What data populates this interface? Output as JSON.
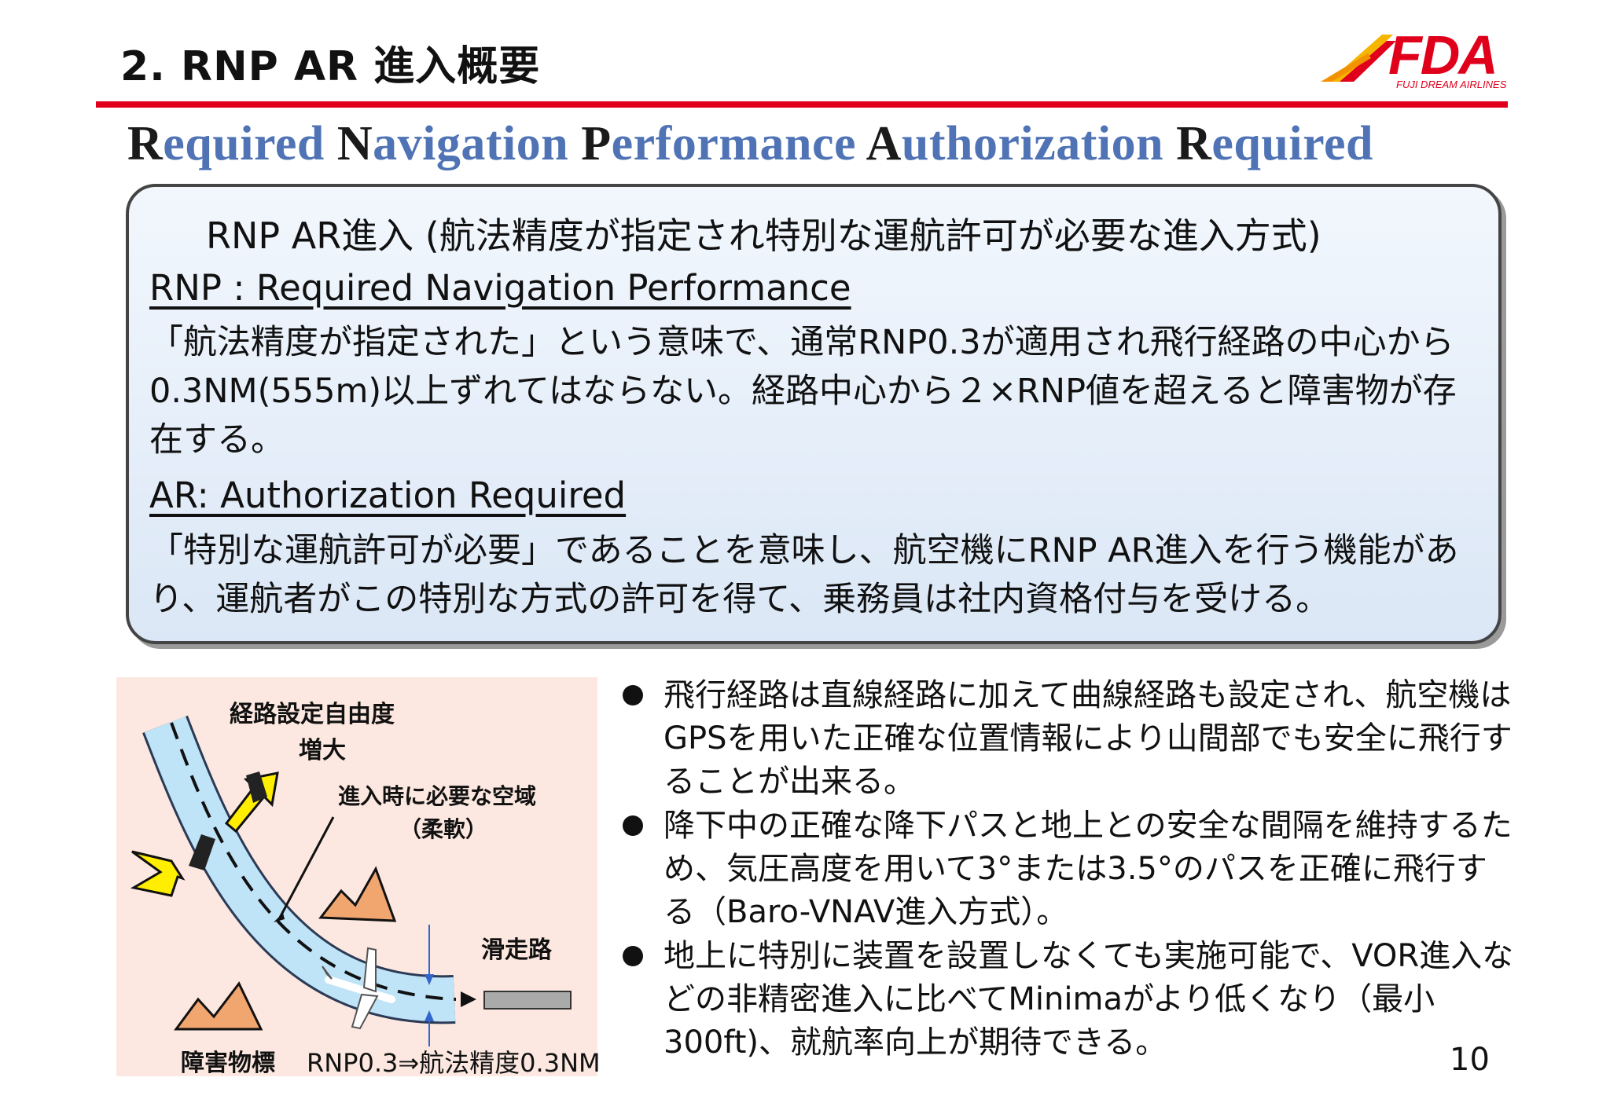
{
  "header": {
    "title": "2. RNP AR 進入概要",
    "logo_text": "FDA",
    "logo_sub": "FUJI DREAM AIRLINES"
  },
  "subtitle": {
    "words": [
      {
        "initial": "R",
        "rest": "equired"
      },
      {
        "initial": "N",
        "rest": "avigation"
      },
      {
        "initial": "P",
        "rest": "erformance"
      },
      {
        "initial": "A",
        "rest": "uthorization"
      },
      {
        "initial": "R",
        "rest": "equired"
      }
    ]
  },
  "definition": {
    "heading": "RNP AR進入 (航法精度が指定され特別な運航許可が必要な進入方式)",
    "rnp_term": "RNP : Required Navigation Performance",
    "rnp_text": "「航法精度が指定された」という意味で、通常RNP0.3が適用され飛行経路の中心から0.3NM(555m)以上ずれてはならない。経路中心から２×RNP値を超えると障害物が存在する。",
    "ar_term": "AR: Authorization Required",
    "ar_text": "「特別な運航許可が必要」であることを意味し、航空機にRNP AR進入を行う機能があり、運航者がこの特別な方式の許可を得て、乗務員は社内資格付与を受ける。"
  },
  "diagram": {
    "label_freedom_1": "経路設定自由度",
    "label_freedom_2": "増大",
    "label_airspace_1": "進入時に必要な空域",
    "label_airspace_2": "（柔軟）",
    "label_runway": "滑走路",
    "label_obstacle": "障害物標",
    "caption": "RNP0.3⇒航法精度0.3NM"
  },
  "bullets": [
    "飛行経路は直線経路に加えて曲線経路も設定され、航空機はGPSを用いた正確な位置情報により山間部でも安全に飛行することが出来る。",
    "降下中の正確な降下パスと地上との安全な間隔を維持するため、気圧高度を用いて3°または3.5°のパスを正確に飛行する（Baro-VNAV進入方式）。",
    "地上に特別に装置を設置しなくても実施可能で、VOR進入などの非精密進入に比べてMinimaがより低くなり（最小300ft)、就航率向上が期待できる。"
  ],
  "page_number": "10",
  "colors": {
    "accent_red": "#e0001b",
    "subtitle_blue": "#4f73b4",
    "box_blue": "#dbe7f6",
    "path_blue": "#bfe3f7",
    "arrow_yellow": "#ffee00",
    "mountain_orange": "#f1a56f"
  }
}
